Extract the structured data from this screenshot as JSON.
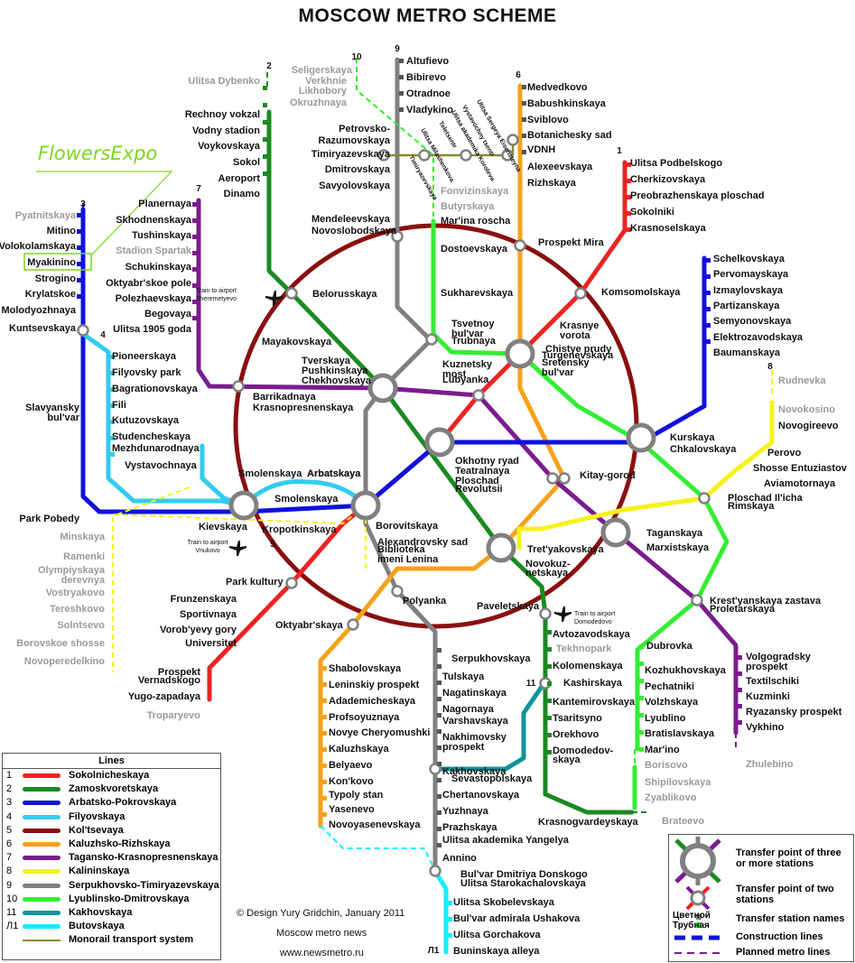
{
  "title": "MOSCOW METRO SCHEME",
  "colors": {
    "l1": "#ee2222",
    "l2": "#1a8a22",
    "l3": "#1111dd",
    "l4": "#33ccee",
    "l5": "#8a0f0f",
    "l6": "#f5a21b",
    "l7": "#7a1c8e",
    "l8": "#f7f21d",
    "l9": "#808080",
    "l10": "#33ee33",
    "l11": "#11939a",
    "l12": "#11eeff",
    "mono": "#8a8a2a",
    "flowers": "#7cd620",
    "grey_text": "#9a9a9a"
  },
  "highlight": {
    "label": "FlowersExpo",
    "station": "Myakinino"
  },
  "line_numbers": [
    "9",
    "10",
    "6",
    "2",
    "1",
    "3",
    "7",
    "4",
    "5",
    "8",
    "11",
    "Л1"
  ],
  "stations": {
    "l9": [
      "Altufievo",
      "Bibirevo",
      "Otradnoe",
      "Vladykino",
      "Petrovsko-",
      "Razumovskaya",
      "Timiryazevskaya",
      "Dmitrovskaya",
      "Savyolovskaya",
      "Mendeleevskaya",
      "Novoslobodskaya",
      "Tsvetnoy",
      "bul'var",
      "Trubnaya",
      "Chekhovskaya",
      "Borovitskaya",
      "Polyanka",
      "Serpukhovskaya",
      "Tulskaya",
      "Nagatinskaya",
      "Nagornaya",
      "Nakhimovsky",
      "prospekt",
      "Sevastopolskaya",
      "Chertanovskaya",
      "Yuzhnaya",
      "Prazhskaya",
      "Ulitsa akademika Yangelya",
      "Annino",
      "Bul'var Dmitriya Donskogo"
    ],
    "l10_planned": [
      "Seligerskaya",
      "Verkhnie",
      "Likhobory",
      "Okruzhnaya",
      "Fonvizinskaya",
      "Butyrskaya",
      "Tekhnopark",
      "Borisovo",
      "Shipilovskaya",
      "Zyablikovo"
    ],
    "l10": [
      "Mar'ina roscha",
      "Dostoevskaya",
      "Sretensky",
      "bul'var",
      "Chkalovskaya",
      "Rimskaya",
      "Krest'yanskaya zastava",
      "Dubrovka",
      "Kozhukhovskaya",
      "Pechatniki",
      "Volzhskaya",
      "Lyublino",
      "Bratislavskaya",
      "Mar'ino"
    ],
    "l6": [
      "Medvedkovo",
      "Babushkinskaya",
      "Sviblovo",
      "Botanichesky sad",
      "VDNH",
      "Alexeevskaya",
      "Rizhskaya",
      "Prospekt Mira",
      "Sukharevskaya",
      "Turgenevskaya",
      "Kitay-gorod",
      "Tret'yakovskaya",
      "Oktyabr'skaya",
      "Shabolovskaya",
      "Leninskiy prospekt",
      "Adademicheskaya",
      "Profsoyuznaya",
      "Novye Cheryomushki",
      "Kaluzhskaya",
      "Belyaevo",
      "Kon'kovo",
      "Typoly stan",
      "Yasenevo",
      "Novoyasenevskaya"
    ],
    "mono": [
      "Ulitsa Sergeya Eisensteyna",
      "Vystavochny tsentr",
      "Ulitsa akademika Koroleva",
      "Teletsentr",
      "Ulitsa Milashenkova",
      "Timiryazevskaya"
    ],
    "l2": [
      "Ulitsa Dybenko",
      "Rechnoy vokzal",
      "Vodny stadion",
      "Voykovskaya",
      "Sokol",
      "Aeroport",
      "Dinamo",
      "Belorusskaya",
      "Mayakovskaya",
      "Tverskaya",
      "Teatralnaya",
      "Novokuz-",
      "netskaya",
      "Paveletskaya",
      "Avtozavodskaya",
      "Kolomenskaya",
      "Kashirskaya",
      "Kantemirovskaya",
      "Tsaritsyno",
      "Orekhovo",
      "Domodedov-",
      "skaya",
      "Krasnogvardeyskaya",
      "Brateevo"
    ],
    "l1": [
      "Ulitsa Podbelskogo",
      "Cherkizovskaya",
      "Preobrazhenskaya ploschad",
      "Sokolniki",
      "Krasnoselskaya",
      "Komsomolskaya",
      "Krasnye",
      "vorota",
      "Chistye prudy",
      "Lubyanka",
      "Okhotny ryad",
      "Biblioteka",
      "imeni Lenina",
      "Kropotkinskaya",
      "Park kultury",
      "Frunzenskaya",
      "Sportivnaya",
      "Vorob'yevy gory",
      "Universitet",
      "Prospekt",
      "Vernadskogo",
      "Yugo-zapadaya",
      "Troparyevo"
    ],
    "l3": [
      "Pyatnitskaya",
      "Mitino",
      "Volokolamskaya",
      "Myakinino",
      "Strogino",
      "Krylatskoe",
      "Molodyozhnaya",
      "Kuntsevskaya",
      "Slavyansky",
      "bul'var",
      "Park Pobedy",
      "Kievskaya",
      "Smolenskaya",
      "Arbatskaya",
      "Ploschad",
      "Revolutsii",
      "Kurskaya",
      "Baumanskaya",
      "Elektrozavodskaya",
      "Semyonovskaya",
      "Partizanskaya",
      "Izmaylovskaya",
      "Pervomayskaya",
      "Schelkovskaya"
    ],
    "l4": [
      "Pioneerskaya",
      "Filyovsky park",
      "Bagrationovskaya",
      "Fili",
      "Kutuzovskaya",
      "Studencheskaya",
      "Mezhdunarodnaya",
      "Vystavochnaya",
      "Smolenskaya",
      "Arbatskaya",
      "Alexandrovsky sad"
    ],
    "l7": [
      "Planernaya",
      "Skhodnenskaya",
      "Tushinskaya",
      "Stadion Spartak",
      "Schukinskaya",
      "Oktyabr'skoe pole",
      "Polezhaevskaya",
      "Begovaya",
      "Ulitsa 1905 goda",
      "Barrikadnaya",
      "Krasnopresnenskaya",
      "Pushkinskaya",
      "Kuznetsky",
      "most",
      "Taganskaya",
      "Proletarskaya",
      "Volgogradsky",
      "prospekt",
      "Textilschiki",
      "Kuzminki",
      "Ryazansky prospekt",
      "Vykhino",
      "Zhulebino"
    ],
    "l5": [
      "Marxistskaya"
    ],
    "l8": [
      "Rudnevka",
      "Novokosino",
      "Novogireevo",
      "Perovo",
      "Shosse Entuziastov",
      "Aviamotornaya",
      "Ploschad Il'icha"
    ],
    "l8_planned": [
      "Minskaya",
      "Ramenki",
      "Olympiyskaya",
      "derevnya",
      "Vostryakovo",
      "Tereshkovo",
      "Solntsevo",
      "Borovskoe shosse",
      "Novoperedelkino"
    ],
    "l12": [
      "Ulitsa Starokachalovskaya",
      "Ulitsa Skobelevskaya",
      "Bul'var admirala Ushakova",
      "Ulitsa Gorchakova",
      "Buninskaya alleya"
    ],
    "l11": [
      "Kakhovskaya",
      "Varshavskaya"
    ]
  },
  "airports": [
    {
      "line1": "Train to airport",
      "line2": "Sheremetyevo"
    },
    {
      "line1": "Train to airport",
      "line2": "Vnukovo"
    },
    {
      "line1": "Train to airport",
      "line2": "Domodedovo"
    }
  ],
  "legend": {
    "title": "Lines",
    "items": [
      {
        "num": "1",
        "name": "Sokolnicheskaya",
        "color": "#ee2222"
      },
      {
        "num": "2",
        "name": "Zamoskvoretskaya",
        "color": "#1a8a22"
      },
      {
        "num": "3",
        "name": "Arbatsko-Pokrovskaya",
        "color": "#1111dd"
      },
      {
        "num": "4",
        "name": "Filyovskaya",
        "color": "#33ccee"
      },
      {
        "num": "5",
        "name": "Kol'tsevaya",
        "color": "#8a0f0f"
      },
      {
        "num": "6",
        "name": "Kaluzhsko-Rizhskaya",
        "color": "#f5a21b"
      },
      {
        "num": "7",
        "name": "Tagansko-Krasnopresnenskaya",
        "color": "#7a1c8e"
      },
      {
        "num": "8",
        "name": "Kalininskaya",
        "color": "#f7f21d"
      },
      {
        "num": "9",
        "name": "Serpukhovsko-Timiryazevskaya",
        "color": "#808080"
      },
      {
        "num": "10",
        "name": "Lyublinsko-Dmitrovskaya",
        "color": "#33ee33"
      },
      {
        "num": "11",
        "name": "Kakhovskaya",
        "color": "#11939a"
      },
      {
        "num": "Л1",
        "name": "Butovskaya",
        "color": "#11eeff"
      },
      {
        "num": "",
        "name": "Monorail transport system",
        "color": "#8a8a2a"
      }
    ]
  },
  "key": {
    "transfer3": "Transfer point of three or more stations",
    "transfer2": "Transfer point of two stations",
    "names_label": "Transfer station names",
    "sample1": "Цветной",
    "sample2": "Трубная",
    "construction": "Construction lines",
    "planned": "Planned metro lines"
  },
  "credits": {
    "design": "© Design Yury Gridchin, January 2011",
    "source": "Moscow metro news",
    "url": "www.newsmetro.ru"
  }
}
